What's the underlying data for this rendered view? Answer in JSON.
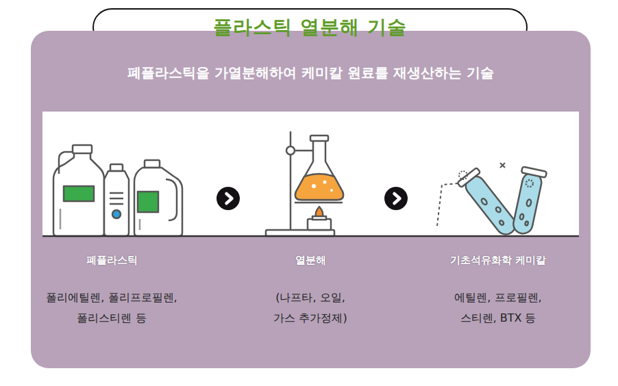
{
  "diagram": {
    "nodes": [
      {
        "text": [
          "플라스틱 열분해 기술"
        ]
      },
      {
        "text": [
          "폐플라스틱을 가열분해하여 케미칼 원료를 재생산하는 기술"
        ]
      },
      {
        "text": [
          "폐플라스틱",
          "폴리에틸렌, 폴리프로필렌, 폴리스티렌 등"
        ],
        "in": 1
      },
      {
        "text": [
          "열분해",
          "(나프타, 오일, 가스 추가정제)"
        ],
        "in": 1
      },
      {
        "text": [
          "기초석유화학 케미칼",
          "에틸렌, 프로필렌, 스티렌, BTX 등"
        ],
        "in": 1
      }
    ],
    "edges": [
      {
        "from": 2,
        "to": 3,
        "arrow": "to"
      },
      {
        "from": 3,
        "to": 4,
        "arrow": "to"
      }
    ]
  }
}
